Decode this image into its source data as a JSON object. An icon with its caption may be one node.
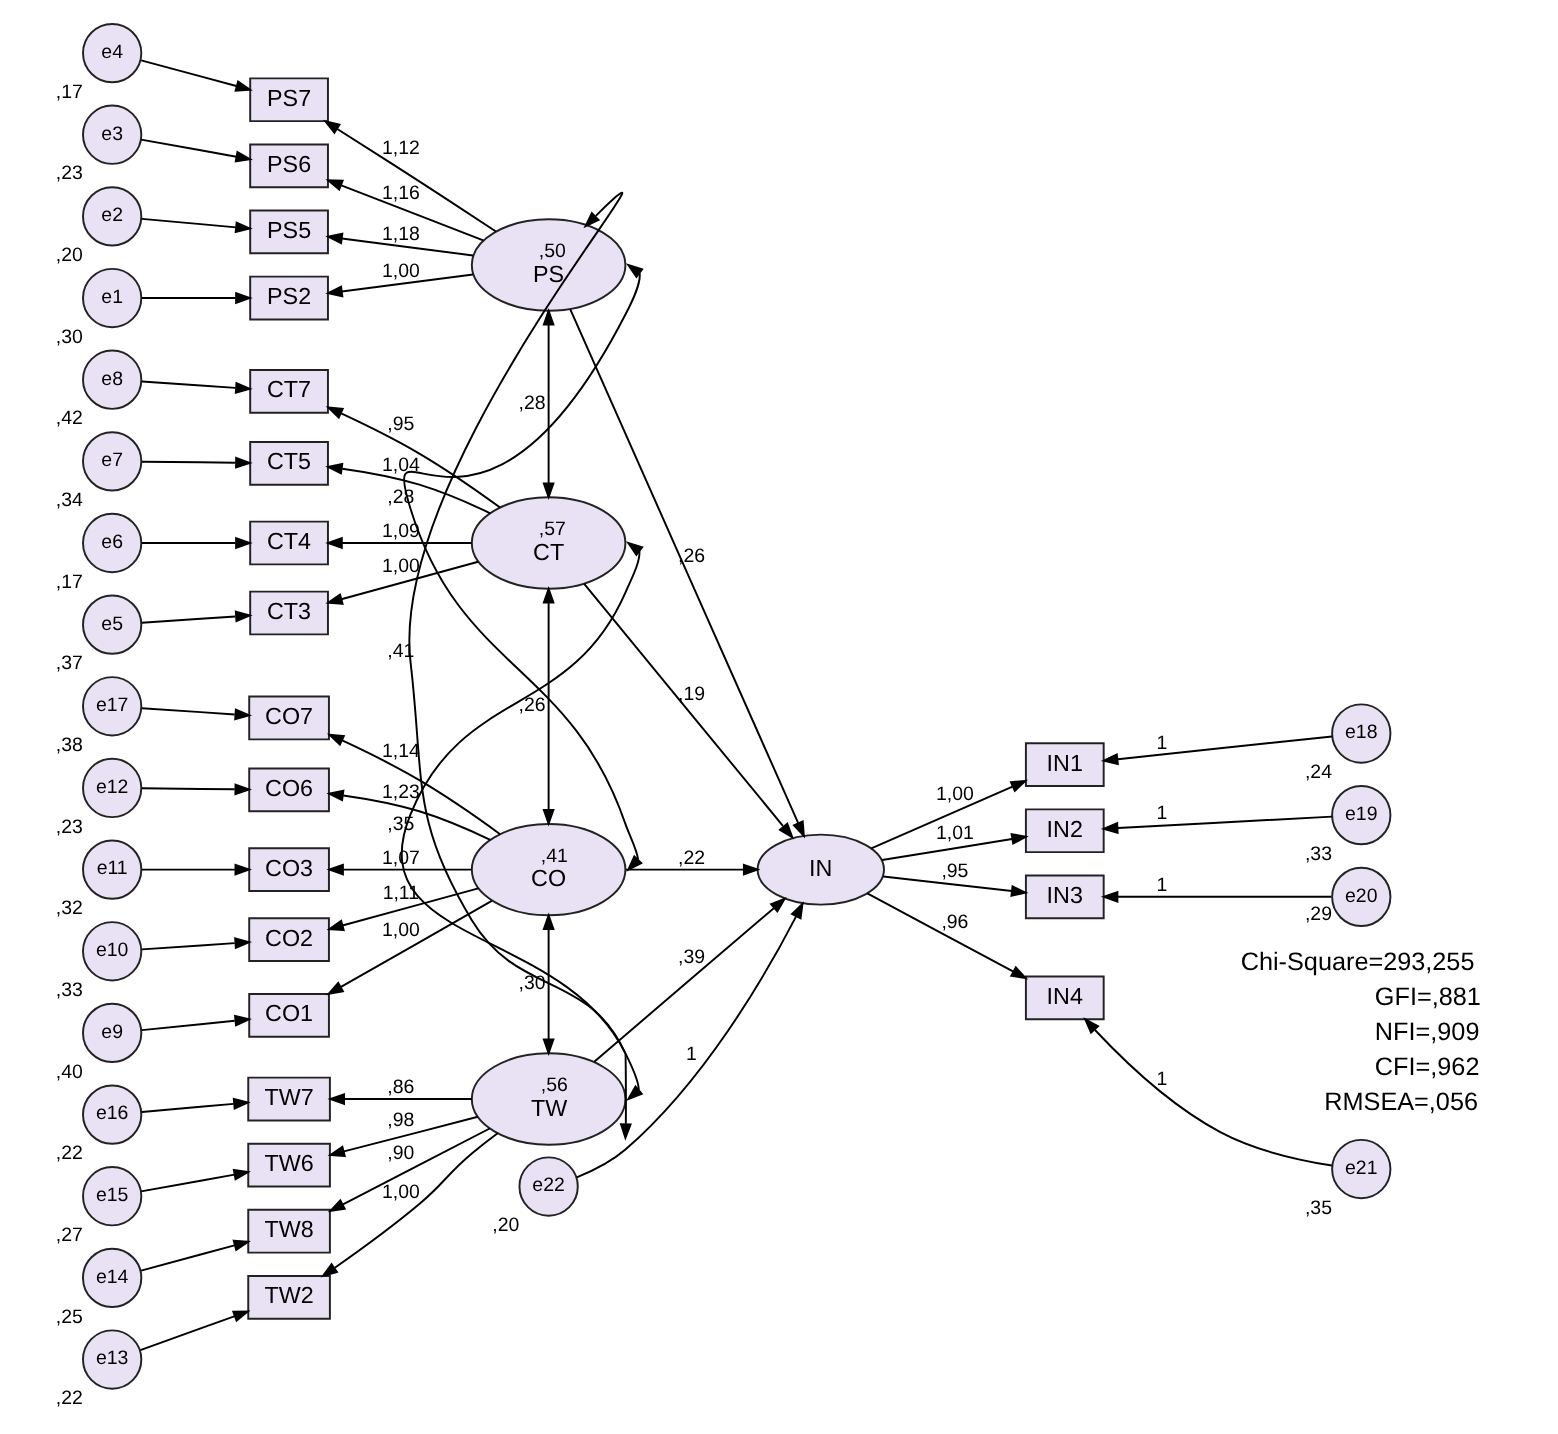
{
  "diagram": {
    "nodes": [
      {
        "text": [
          ",50",
          "PS"
        ]
      },
      {
        "text": [
          ",57",
          "CT"
        ]
      },
      {
        "text": [
          ",41",
          "CO"
        ]
      },
      {
        "text": [
          ",56",
          "TW"
        ]
      },
      {
        "text": [
          "IN"
        ]
      },
      {
        "text": [
          "PS7"
        ]
      },
      {
        "text": [
          "PS6"
        ]
      },
      {
        "text": [
          "PS5"
        ]
      },
      {
        "text": [
          "PS2"
        ]
      },
      {
        "text": [
          "CT7"
        ]
      },
      {
        "text": [
          "CT5"
        ]
      },
      {
        "text": [
          "CT4"
        ]
      },
      {
        "text": [
          "CT3"
        ]
      },
      {
        "text": [
          "CO7"
        ]
      },
      {
        "text": [
          "CO6"
        ]
      },
      {
        "text": [
          "CO3"
        ]
      },
      {
        "text": [
          "CO2"
        ]
      },
      {
        "text": [
          "CO1"
        ]
      },
      {
        "text": [
          "TW7"
        ]
      },
      {
        "text": [
          "TW6"
        ]
      },
      {
        "text": [
          "TW8"
        ]
      },
      {
        "text": [
          "TW2"
        ]
      },
      {
        "text": [
          "IN1"
        ]
      },
      {
        "text": [
          "IN2"
        ]
      },
      {
        "text": [
          "IN3"
        ]
      },
      {
        "text": [
          "IN4"
        ]
      },
      {
        "text": [
          "e4"
        ],
        "beside": [
          ",17"
        ]
      },
      {
        "text": [
          "e3"
        ],
        "beside": [
          ",23"
        ]
      },
      {
        "text": [
          "e2"
        ],
        "beside": [
          ",20"
        ]
      },
      {
        "text": [
          "e1"
        ],
        "beside": [
          ",30"
        ]
      },
      {
        "text": [
          "e8"
        ],
        "beside": [
          ",42"
        ]
      },
      {
        "text": [
          "e7"
        ],
        "beside": [
          ",34"
        ]
      },
      {
        "text": [
          "e6"
        ],
        "beside": [
          ",17"
        ]
      },
      {
        "text": [
          "e5"
        ],
        "beside": [
          ",37"
        ]
      },
      {
        "text": [
          "e17"
        ],
        "beside": [
          ",38"
        ]
      },
      {
        "text": [
          "e12"
        ],
        "beside": [
          ",23"
        ]
      },
      {
        "text": [
          "e11"
        ],
        "beside": [
          ",32"
        ]
      },
      {
        "text": [
          "e10"
        ],
        "beside": [
          ",33"
        ]
      },
      {
        "text": [
          "e9"
        ],
        "beside": [
          ",40"
        ]
      },
      {
        "text": [
          "e16"
        ],
        "beside": [
          ",22"
        ]
      },
      {
        "text": [
          "e15"
        ],
        "beside": [
          ",27"
        ]
      },
      {
        "text": [
          "e14"
        ],
        "beside": [
          ",25"
        ]
      },
      {
        "text": [
          "e13"
        ],
        "beside": [
          ",22"
        ]
      },
      {
        "text": [
          "e18"
        ],
        "beside": [
          ",24"
        ]
      },
      {
        "text": [
          "e19"
        ],
        "beside": [
          ",33"
        ]
      },
      {
        "text": [
          "e20"
        ],
        "beside": [
          ",29"
        ]
      },
      {
        "text": [
          "e21"
        ],
        "beside": [
          ",35"
        ]
      },
      {
        "text": [
          "e22"
        ],
        "beside": [
          ",20"
        ]
      }
    ],
    "edges": [
      {
        "from": 26,
        "to": 5,
        "arrow": "to"
      },
      {
        "from": 27,
        "to": 6,
        "arrow": "to"
      },
      {
        "from": 28,
        "to": 7,
        "arrow": "to"
      },
      {
        "from": 29,
        "to": 8,
        "arrow": "to"
      },
      {
        "from": 30,
        "to": 9,
        "arrow": "to"
      },
      {
        "from": 31,
        "to": 10,
        "arrow": "to"
      },
      {
        "from": 32,
        "to": 11,
        "arrow": "to"
      },
      {
        "from": 33,
        "to": 12,
        "arrow": "to"
      },
      {
        "from": 34,
        "to": 13,
        "arrow": "to"
      },
      {
        "from": 35,
        "to": 14,
        "arrow": "to"
      },
      {
        "from": 36,
        "to": 15,
        "arrow": "to"
      },
      {
        "from": 37,
        "to": 16,
        "arrow": "to"
      },
      {
        "from": 38,
        "to": 17,
        "arrow": "to"
      },
      {
        "from": 39,
        "to": 18,
        "arrow": "to"
      },
      {
        "from": 40,
        "to": 19,
        "arrow": "to"
      },
      {
        "from": 41,
        "to": 20,
        "arrow": "to"
      },
      {
        "from": 42,
        "to": 21,
        "arrow": "to"
      },
      {
        "from": 0,
        "to": 5,
        "arrow": "to",
        "label": "1,12"
      },
      {
        "from": 0,
        "to": 6,
        "arrow": "to",
        "label": "1,16"
      },
      {
        "from": 0,
        "to": 7,
        "arrow": "to",
        "label": "1,18"
      },
      {
        "from": 0,
        "to": 8,
        "arrow": "to",
        "label": "1,00"
      },
      {
        "from": 1,
        "to": 9,
        "arrow": "to",
        "label": ",95"
      },
      {
        "from": 1,
        "to": 10,
        "arrow": "to",
        "label": "1,04"
      },
      {
        "from": 1,
        "to": 11,
        "arrow": "to",
        "label": "1,09"
      },
      {
        "from": 1,
        "to": 12,
        "arrow": "to",
        "label": "1,00"
      },
      {
        "from": 2,
        "to": 13,
        "arrow": "to",
        "label": "1,14"
      },
      {
        "from": 2,
        "to": 14,
        "arrow": "to",
        "label": "1,23"
      },
      {
        "from": 2,
        "to": 15,
        "arrow": "to",
        "label": "1,07"
      },
      {
        "from": 2,
        "to": 16,
        "arrow": "to",
        "label": "1,11"
      },
      {
        "from": 2,
        "to": 17,
        "arrow": "to",
        "label": "1,00"
      },
      {
        "from": 3,
        "to": 18,
        "arrow": "to",
        "label": ",86"
      },
      {
        "from": 3,
        "to": 19,
        "arrow": "to",
        "label": ",98"
      },
      {
        "from": 3,
        "to": 20,
        "arrow": "to",
        "label": ",90"
      },
      {
        "from": 3,
        "to": 21,
        "arrow": "to",
        "label": "1,00"
      },
      {
        "from": 0,
        "to": 1,
        "arrow": "both",
        "label": ",28"
      },
      {
        "from": 0,
        "to": 2,
        "arrow": "both",
        "label": ",28"
      },
      {
        "from": 0,
        "to": 3,
        "arrow": "both",
        "label": ",41"
      },
      {
        "from": 1,
        "to": 2,
        "arrow": "both",
        "label": ",26"
      },
      {
        "from": 1,
        "to": 3,
        "arrow": "both",
        "label": ",35"
      },
      {
        "from": 2,
        "to": 3,
        "arrow": "both",
        "label": ",30"
      },
      {
        "from": 0,
        "to": 4,
        "arrow": "to",
        "label": ",26"
      },
      {
        "from": 1,
        "to": 4,
        "arrow": "to",
        "label": ",19"
      },
      {
        "from": 2,
        "to": 4,
        "arrow": "to",
        "label": ",22"
      },
      {
        "from": 3,
        "to": 4,
        "arrow": "to",
        "label": ",39"
      },
      {
        "from": 47,
        "to": 4,
        "arrow": "to",
        "label": "1"
      },
      {
        "from": 4,
        "to": 22,
        "arrow": "to",
        "label": "1,00"
      },
      {
        "from": 4,
        "to": 23,
        "arrow": "to",
        "label": "1,01"
      },
      {
        "from": 4,
        "to": 24,
        "arrow": "to",
        "label": ",95"
      },
      {
        "from": 4,
        "to": 25,
        "arrow": "to",
        "label": ",96"
      },
      {
        "from": 43,
        "to": 22,
        "arrow": "to",
        "label": "1"
      },
      {
        "from": 44,
        "to": 23,
        "arrow": "to",
        "label": "1"
      },
      {
        "from": 45,
        "to": 24,
        "arrow": "to",
        "label": "1"
      },
      {
        "from": 46,
        "to": 25,
        "arrow": "to",
        "label": "1"
      }
    ],
    "labels": [
      "Chi-Square=293,255",
      "GFI=,881",
      "NFI=,909",
      "CFI=,962",
      "RMSEA=,056"
    ]
  }
}
